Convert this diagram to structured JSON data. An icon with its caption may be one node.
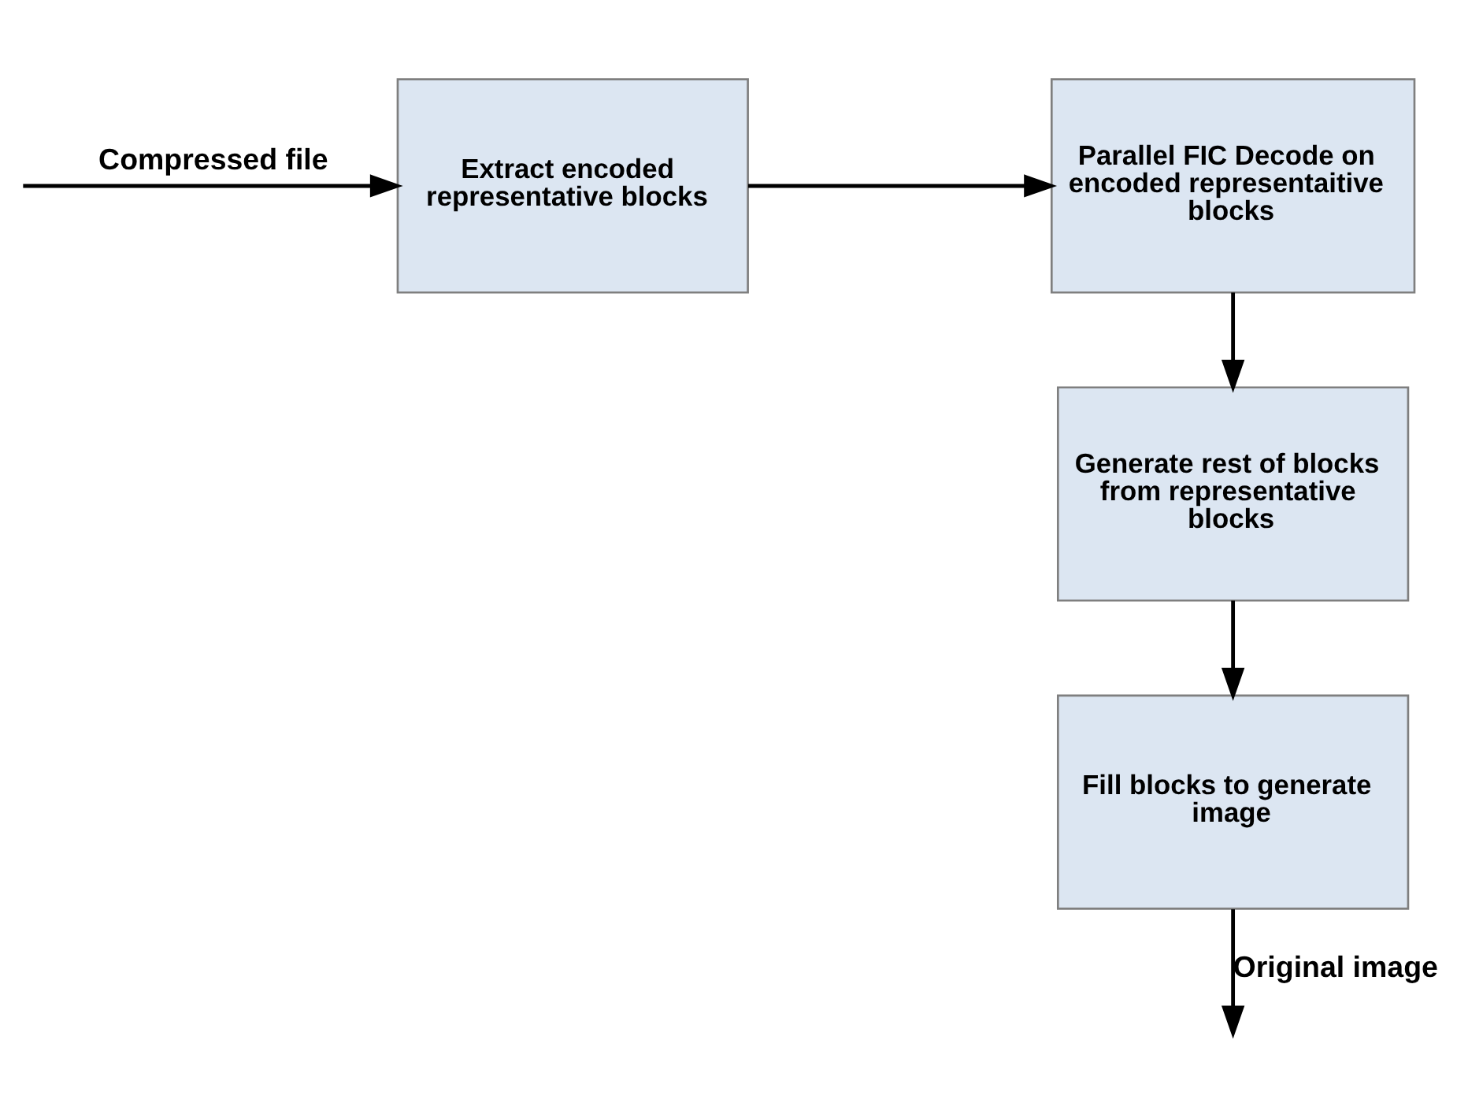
{
  "diagram": {
    "nodes": [
      {
        "text": [
          "Extract encoded representative blocks"
        ]
      },
      {
        "text": [
          "Parallel FIC Decode on encoded representaitive blocks"
        ]
      },
      {
        "text": [
          "Generate rest of blocks from representative blocks"
        ]
      },
      {
        "text": [
          "Fill blocks to generate image"
        ]
      }
    ],
    "edges": [
      {
        "from": null,
        "to": 0,
        "arrow": "to",
        "label": "Compressed file"
      },
      {
        "from": 0,
        "to": 1,
        "arrow": "to"
      },
      {
        "from": 1,
        "to": 2,
        "arrow": "to"
      },
      {
        "from": 2,
        "to": 3,
        "arrow": "to"
      },
      {
        "from": 3,
        "to": null,
        "arrow": "to",
        "label": "Original image"
      }
    ]
  }
}
